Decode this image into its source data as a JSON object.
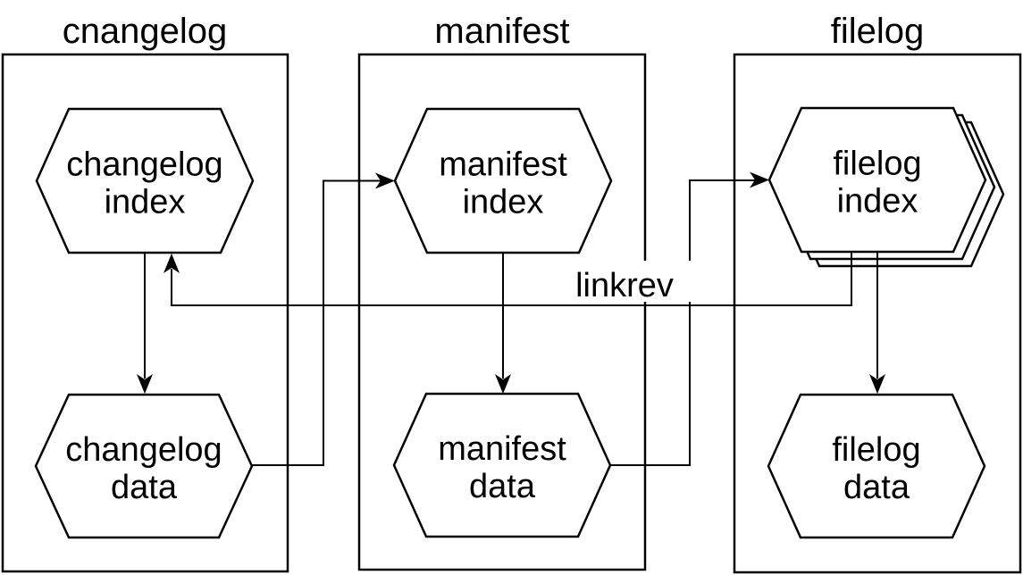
{
  "colors": {
    "ink": "#000000",
    "background": "#ffffff"
  },
  "diagram": {
    "groups": [
      {
        "title": "cnangelog",
        "nodes": [
          {
            "line1": "changelog",
            "line2": "index"
          },
          {
            "line1": "changelog",
            "line2": "data"
          }
        ]
      },
      {
        "title": "manifest",
        "nodes": [
          {
            "line1": "manifest",
            "line2": "index"
          },
          {
            "line1": "manifest",
            "line2": "data"
          }
        ]
      },
      {
        "title": "filelog",
        "nodes": [
          {
            "line1": "filelog",
            "line2": "index"
          },
          {
            "line1": "filelog",
            "line2": "data"
          }
        ]
      }
    ],
    "edge_label": "linkrev"
  }
}
